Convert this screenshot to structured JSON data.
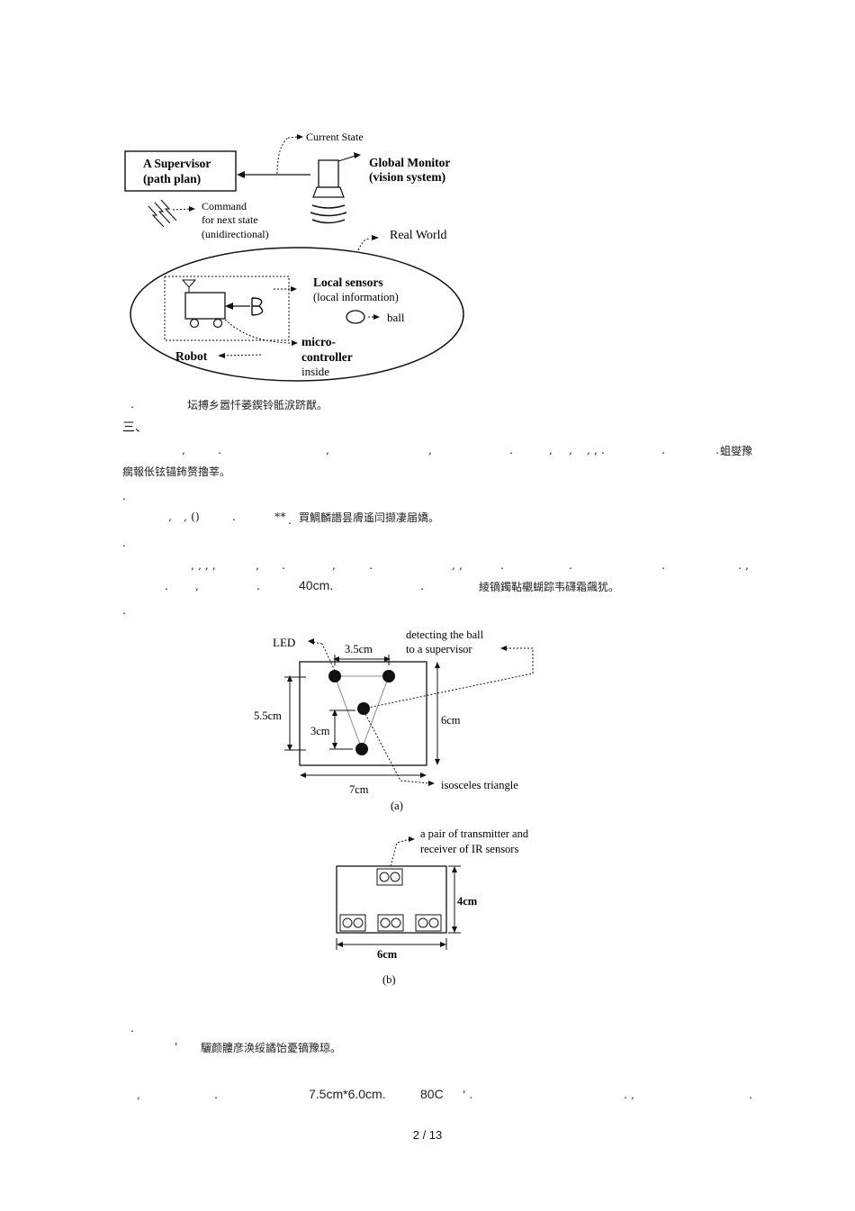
{
  "figure1": {
    "supervisor_line1": "A Supervisor",
    "supervisor_line2": "(path plan)",
    "current_state": "Current State",
    "global_monitor_line1": "Global Monitor",
    "global_monitor_line2": "(vision system)",
    "command_line1": "Command",
    "command_line2": "for next state",
    "command_line3": "(unidirectional)",
    "real_world": "Real World",
    "local_sensors_line1": "Local sensors",
    "local_sensors_line2": "(local information)",
    "ball": "ball",
    "robot": "Robot",
    "micro_line1": "micro-",
    "micro_line2": "controller",
    "micro_line3": "inside"
  },
  "figure1_caption": {
    "marker": ".",
    "text": "坛搏乡嚣忏萎鍥铃骶涙跻猷。"
  },
  "section_heading": "三、",
  "para1": {
    "punct": [
      ",",
      ".",
      ",",
      ",",
      ".",
      ",",
      ",",
      ", , .",
      ".",
      "."
    ],
    "tail": "蛆燮豫",
    "line2": "瘸報伥铉锚鈽赘撸莘。"
  },
  "marker2": ".",
  "para2": {
    "punct1": ",",
    "punct2": ", ()",
    "punct3": ".",
    "stars": "**",
    "dot": ".",
    "text": "買鯛麟譖昙膚遙闫撷凄届嬌。"
  },
  "marker3": ".",
  "para3": {
    "line1_punct": [
      ", , , ,",
      ",",
      ".",
      ",",
      ".",
      ", ,",
      ".",
      ".",
      ".",
      ". ,"
    ],
    "line2_punct": [
      ".",
      ",",
      "."
    ],
    "measurement": "40cm.",
    "dot": ".",
    "text": "綾镝鐲䩞欟蝴踪韦礴霜飆犹。"
  },
  "marker4": ".",
  "figure2a": {
    "led": "LED",
    "dim_top": "3.5cm",
    "detecting_line1": "detecting the ball",
    "detecting_line2": "to a supervisor",
    "dim_left": "5.5cm",
    "dim_inner": "3cm",
    "dim_right": "6cm",
    "dim_bottom": "7cm",
    "isosceles": "isosceles triangle",
    "label": "(a)"
  },
  "figure2b": {
    "pair_line1": "a pair of transmitter and",
    "pair_line2": "receiver of IR sensors",
    "dim_right": "4cm",
    "dim_bottom": "6cm",
    "label": "(b)"
  },
  "marker5": ".",
  "caption2": {
    "quote": "'",
    "text": "驪颜髏彦涣绥譎饴憂镝豫琼。"
  },
  "para4": {
    "punct1": ",",
    "punct2": ".",
    "size": "7.5cm*6.0cm.",
    "value": "80C",
    "quote": "' .",
    "punct3": ". ,",
    "punct4": "."
  },
  "page_number": "2 / 13"
}
